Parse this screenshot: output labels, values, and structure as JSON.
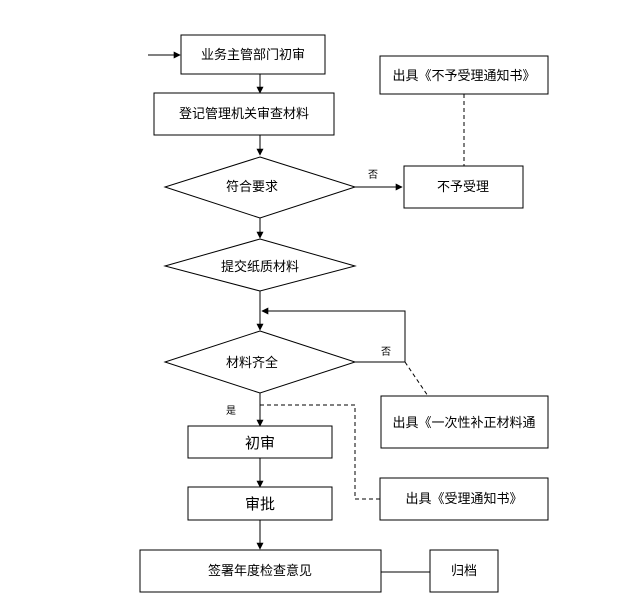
{
  "colors": {
    "stroke": "#000000",
    "background": "#ffffff"
  },
  "nodes": {
    "initial_review_by_dept": "业务主管部门初审",
    "review_materials": "登记管理机关审查材料",
    "meets_requirements": "符合要求",
    "not_accepted": "不予受理",
    "issue_non_acceptance_notice": "出具《不予受理通知书》",
    "submit_paper_materials": "提交纸质材料",
    "materials_complete": "材料齐全",
    "issue_one_time_correction_notice": "出具《一次性补正材料通",
    "preliminary_review": "初审",
    "approval": "审批",
    "issue_acceptance_notice": "出具《受理通知书》",
    "sign_annual_inspection_opinion": "签署年度检查意见",
    "archive": "归档"
  },
  "edge_labels": {
    "no_1": "否",
    "no_2": "否",
    "yes": "是"
  }
}
